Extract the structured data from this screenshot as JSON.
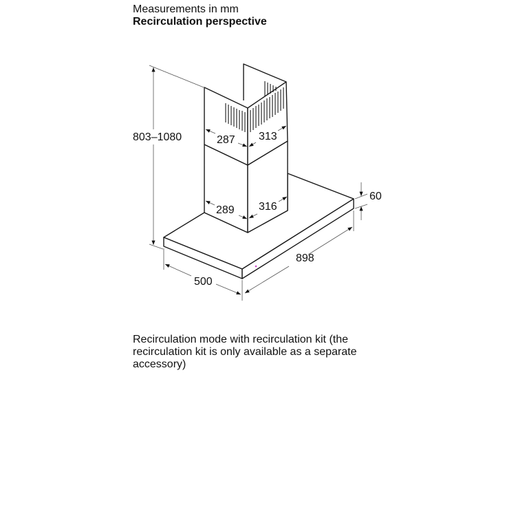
{
  "header": {
    "title": "Measurements in mm",
    "subtitle": "Recirculation perspective"
  },
  "dimensions": {
    "total_height": "803–1080",
    "upper_chimney_width": "287",
    "upper_chimney_depth": "313",
    "lower_chimney_width": "289",
    "lower_chimney_depth": "316",
    "canopy_thickness": "60",
    "canopy_width": "898",
    "canopy_depth": "500"
  },
  "note": "Recirculation mode with recirculation kit (the recirculation kit is only available as a separate accessory)",
  "colors": {
    "line": "#1a1a1a",
    "dimension_line": "#555555",
    "indicator_dot": "#cc44cc"
  }
}
